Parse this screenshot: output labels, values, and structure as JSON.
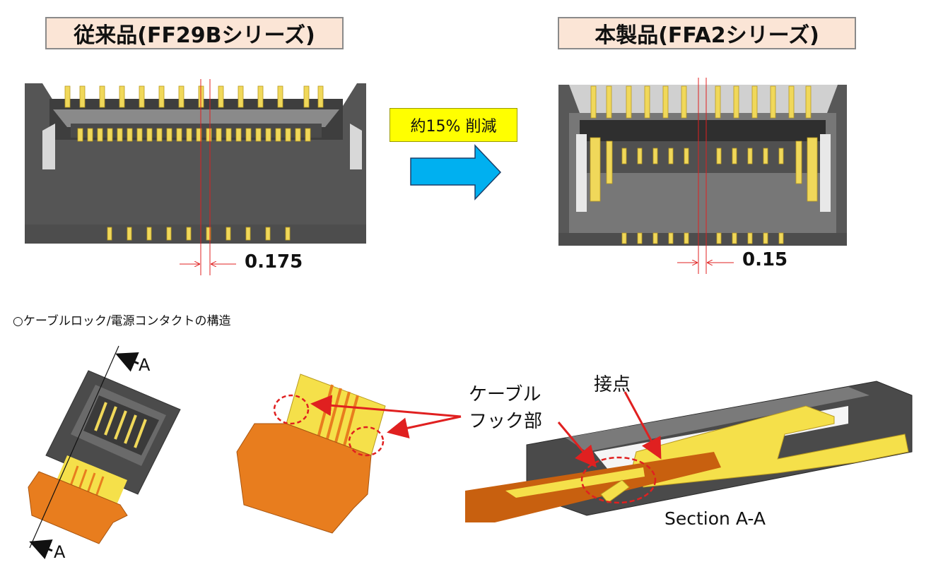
{
  "titles": {
    "conventional": "従来品(FF29Bシリーズ)",
    "new_product": "本製品(FFA2シリーズ)"
  },
  "reduction_label": "約15% 削減",
  "pitch": {
    "conventional": "0.175",
    "new_product": "0.15"
  },
  "section_caption": "○ケーブルロック/電源コンタクトの構造",
  "labels": {
    "section_marker_top": "A",
    "section_marker_bottom": "A",
    "cable_hook_line1": "ケーブル",
    "cable_hook_line2": "フック部",
    "contact_point": "接点",
    "section_name": "Section A-A"
  },
  "colors": {
    "title_bg": "#fbe5d6",
    "highlight_yellow": "#ffff00",
    "arrow_blue": "#00b0f0",
    "connector_gray": "#5a5a5a",
    "contact_gold": "#f5e04a",
    "fpc_orange": "#e87d1e",
    "annotation_red": "#e02020"
  }
}
